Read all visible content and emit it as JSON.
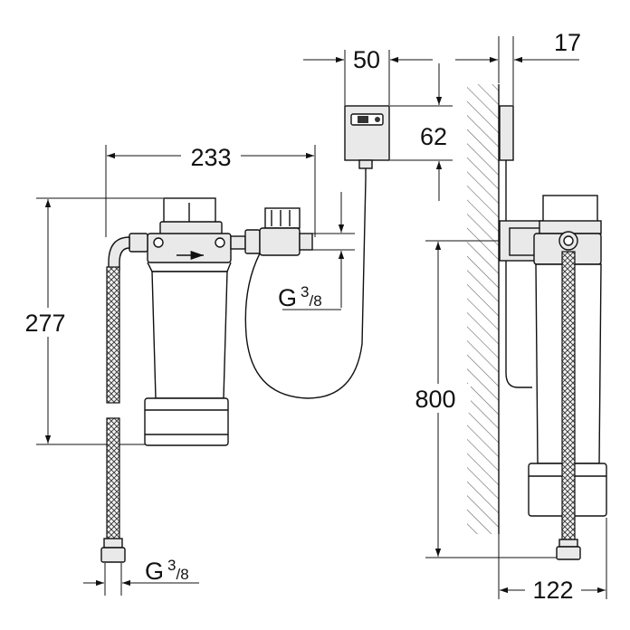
{
  "dimensions": {
    "d233": "233",
    "d277": "277",
    "d50": "50",
    "d62": "62",
    "d17": "17",
    "d800": "800",
    "d122": "122"
  },
  "threads": {
    "g_top": {
      "letter": "G",
      "num": "3",
      "den": "/8"
    },
    "g_bottom": {
      "letter": "G",
      "num": "3",
      "den": "/8"
    }
  }
}
